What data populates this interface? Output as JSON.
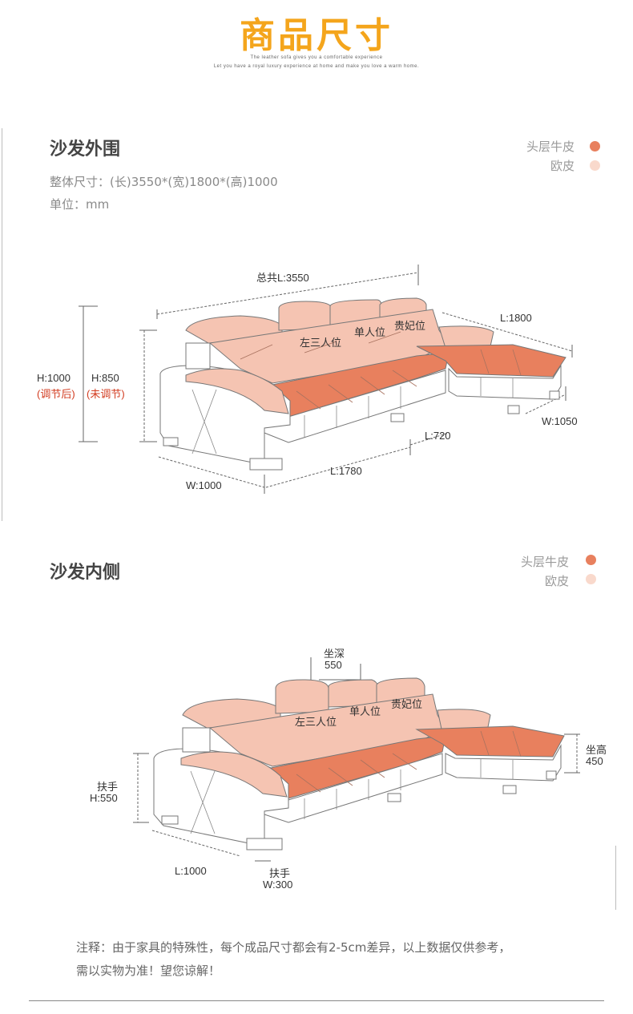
{
  "header": {
    "title": "商品尺寸",
    "subtitle_line1": "The leather sofa gives you a comfortable experience",
    "subtitle_line2": "Let you have a royal luxury experience at home and make you love a warm home."
  },
  "colors": {
    "accent": "#f4a51c",
    "top_leather": "#e8805e",
    "euro_leather": "#f9d9cc",
    "sofa_body": "#f5c4b2",
    "red_text": "#d23b1f"
  },
  "section1": {
    "title": "沙发外围",
    "overall": "整体尺寸：(长)3550*(宽)1800*(高)1000",
    "unit": "单位：mm",
    "legend": [
      {
        "label": "头层牛皮",
        "color": "#e8805e"
      },
      {
        "label": "欧皮",
        "color": "#f9d9cc"
      }
    ],
    "dims": {
      "total_l": "总共L:3550",
      "chaise_l": "L:1800",
      "h1000": "H:1000",
      "h1000_note": "(调节后)",
      "h850": "H:850",
      "h850_note": "(未调节)",
      "w1000": "W:1000",
      "l1780": "L:1780",
      "l720": "L:720",
      "w1050": "W:1050"
    },
    "seats": {
      "left": "左三人位",
      "single": "单人位",
      "chaise": "贵妃位"
    }
  },
  "section2": {
    "title": "沙发内侧",
    "legend": [
      {
        "label": "头层牛皮",
        "color": "#e8805e"
      },
      {
        "label": "欧皮",
        "color": "#f9d9cc"
      }
    ],
    "dims": {
      "depth_label": "坐深",
      "depth_val": "550",
      "seat_h_label": "坐高",
      "seat_h_val": "450",
      "arm_h_label": "扶手",
      "arm_h_val": "H:550",
      "l1000": "L:1000",
      "arm_w_label": "扶手",
      "arm_w_val": "W:300"
    },
    "seats": {
      "left": "左三人位",
      "single": "单人位",
      "chaise": "贵妃位"
    }
  },
  "note": {
    "line1": "注释：由于家具的特殊性，每个成品尺寸都会有2-5cm差异，以上数据仅供参考，",
    "line2": "需以实物为准！望您谅解！"
  }
}
